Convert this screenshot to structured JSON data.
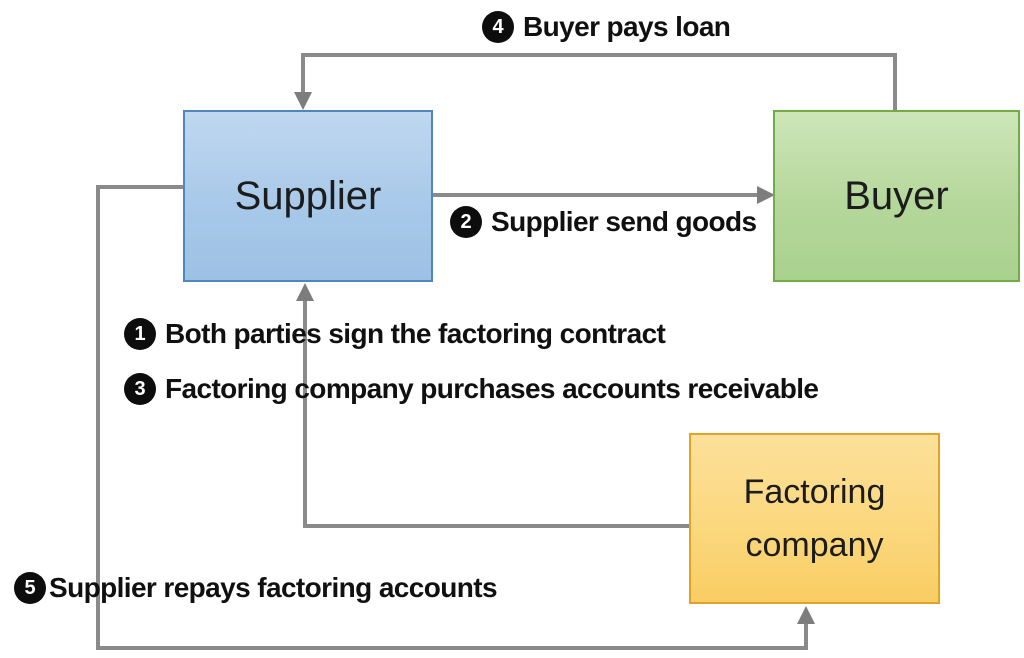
{
  "diagram": {
    "title": "Factoring process flow",
    "colors": {
      "background": "#ffffff",
      "connector": "#8a8a8a",
      "arrowhead": "#7d7d7d",
      "text": "#101010",
      "supplier_fill": "#a8c9e9",
      "supplier_border": "#4e87c0",
      "buyer_fill": "#b5d79b",
      "buyer_border": "#70ad47",
      "factoring_fill": "#fbd87e",
      "factoring_border": "#dfa427"
    }
  },
  "boxes": {
    "supplier": {
      "label": "Supplier"
    },
    "buyer": {
      "label": "Buyer"
    },
    "factoring": {
      "label": "Factoring company"
    }
  },
  "steps": [
    {
      "num": "4",
      "text": "Buyer pays loan"
    },
    {
      "num": "2",
      "text": "Supplier  send goods"
    },
    {
      "num": "1",
      "text": "Both parties sign the factoring contract"
    },
    {
      "num": "3",
      "text": "Factoring company purchases accounts receivable"
    },
    {
      "num": "5",
      "text": "Supplier repays factoring accounts"
    }
  ]
}
